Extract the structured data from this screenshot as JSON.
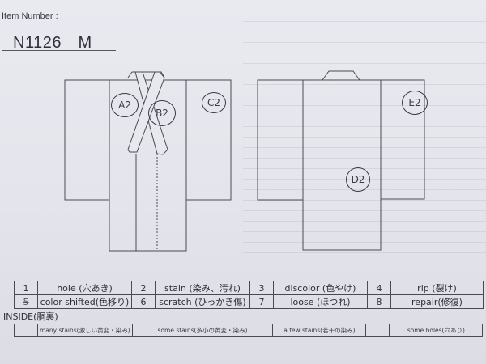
{
  "header": {
    "item_label": "Item Number :",
    "item_number": "N1126　M"
  },
  "diagrams": {
    "front": {
      "annotations": [
        {
          "id": "A2",
          "label": "A2"
        },
        {
          "id": "B2",
          "label": "B2"
        },
        {
          "id": "C2",
          "label": "C2"
        }
      ]
    },
    "back": {
      "annotations": [
        {
          "id": "D2",
          "label": "D2"
        },
        {
          "id": "E2",
          "label": "E2"
        }
      ]
    }
  },
  "defect_legend": {
    "rows": [
      [
        {
          "num": "1",
          "label": "hole (穴あき)"
        },
        {
          "num": "2",
          "label": "stain (染み、汚れ)"
        },
        {
          "num": "3",
          "label": "discolor (色やけ)"
        },
        {
          "num": "4",
          "label": "rip (裂け)"
        }
      ],
      [
        {
          "num": "5",
          "label": "color shifted(色移り)",
          "num_struck": true
        },
        {
          "num": "6",
          "label": "scratch (ひっかき傷)"
        },
        {
          "num": "7",
          "label": "loose (ほつれ)"
        },
        {
          "num": "8",
          "label": "repair(修復)"
        }
      ]
    ]
  },
  "inside": {
    "title": "INSIDE(胴裏)",
    "options": [
      {
        "mark": "",
        "label": "many stains(激しい黄変・染み)"
      },
      {
        "mark": "",
        "label": "some stains(多小の黄変・染み)"
      },
      {
        "mark": "",
        "label": "a few stains(若干の染み)"
      },
      {
        "mark": "",
        "label": "some holes(穴あり)"
      }
    ]
  },
  "colors": {
    "paper": "#e6e6ee",
    "ink": "#4a4a55"
  }
}
